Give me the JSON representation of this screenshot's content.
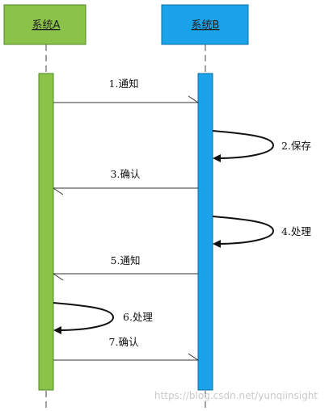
{
  "participants": [
    {
      "id": "a",
      "label": "系统A",
      "color": "#8bc34a",
      "border": "#5f9a2a"
    },
    {
      "id": "b",
      "label": "系统B",
      "color": "#1aa3e8",
      "border": "#0d6fa5"
    }
  ],
  "messages": [
    {
      "label": "1.通知",
      "from": "a",
      "to": "b",
      "kind": "arrow"
    },
    {
      "label": "2.保存",
      "from": "b",
      "to": "b",
      "kind": "self"
    },
    {
      "label": "3.确认",
      "from": "b",
      "to": "a",
      "kind": "arrow"
    },
    {
      "label": "4.处理",
      "from": "b",
      "to": "b",
      "kind": "self"
    },
    {
      "label": "5.通知",
      "from": "b",
      "to": "a",
      "kind": "arrow"
    },
    {
      "label": "6.处理",
      "from": "a",
      "to": "a",
      "kind": "self"
    },
    {
      "label": "7.确认",
      "from": "a",
      "to": "b",
      "kind": "arrow"
    }
  ],
  "watermark": "https://blog.csdn.net/yunqiinsight"
}
